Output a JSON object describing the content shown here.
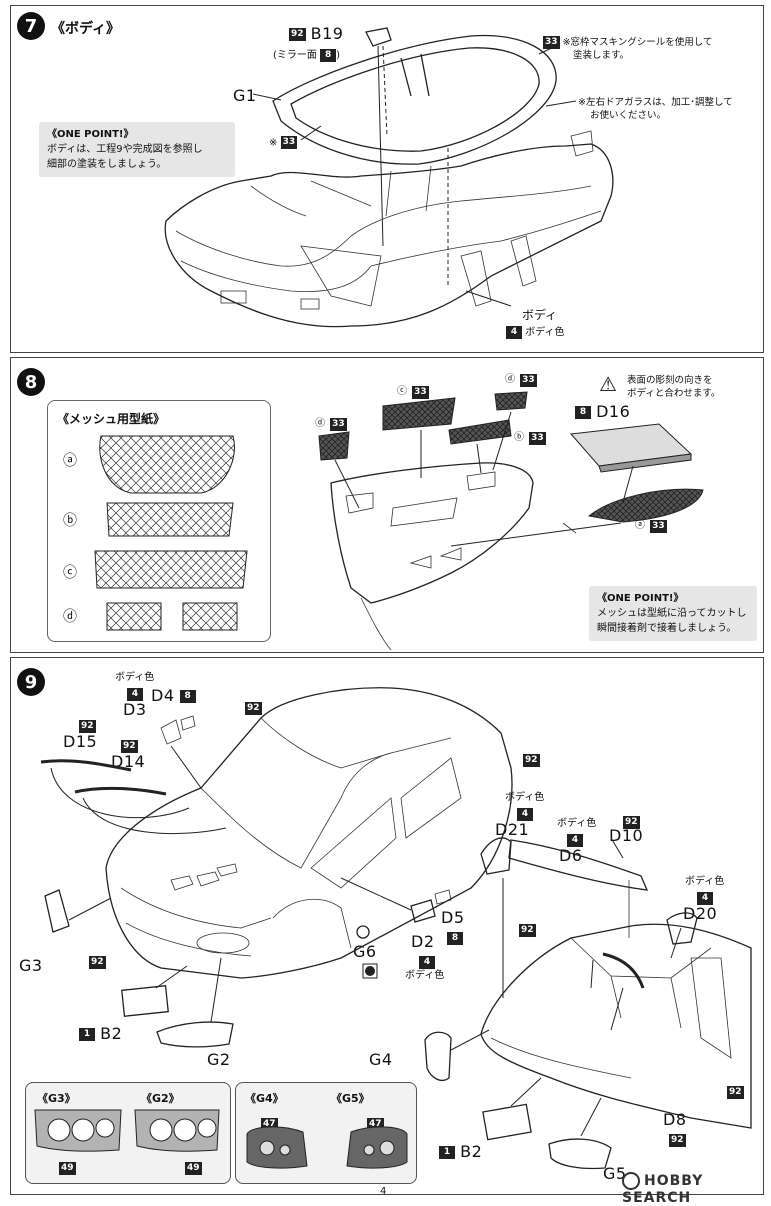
{
  "page_number": "4",
  "watermark": "HOBBY SEARCH",
  "step7": {
    "number": "7",
    "title": "《ボディ》",
    "b19_num": "92",
    "b19_label": "B19",
    "b19_sub_prefix": "(ミラー面",
    "b19_sub_num": "8",
    "b19_sub_suffix": ")",
    "g1_label": "G1",
    "mask_num": "33",
    "mask_note_line1": "※窓枠マスキングシールを使用して",
    "mask_note_line2": "塗装します。",
    "door_note_line1": "※左右ドアガラスは、加工･調整して",
    "door_note_line2": "お使いください。",
    "asterisk": "※",
    "asterisk_num": "33",
    "onepoint_title": "《ONE POINT!》",
    "onepoint_line1": "ボディは、工程9や完成図を参照し",
    "onepoint_line2": "細部の塗装をしましょう。",
    "body_label": "ボディ",
    "body_color_num": "4",
    "body_color_label": "ボディ色"
  },
  "step8": {
    "number": "8",
    "template_title": "《メッシュ用型紙》",
    "template_labels": [
      "ⓐ",
      "ⓑ",
      "ⓒ",
      "ⓓ"
    ],
    "c_label": "ⓒ",
    "c_num": "33",
    "d_label": "ⓓ",
    "d_num": "33",
    "d_left_label": "ⓓ",
    "d_left_num": "33",
    "b_label": "ⓑ",
    "b_num": "33",
    "a_label": "ⓐ",
    "a_num": "33",
    "warn_icon": "⚠",
    "warn_line1": "表面の彫刻の向きを",
    "warn_line2": "ボディと合わせます。",
    "d16_num": "8",
    "d16_label": "D16",
    "onepoint_title": "《ONE POINT!》",
    "onepoint_line1": "メッシュは型紙に沿ってカットし",
    "onepoint_line2": "瞬間接着剤で接着しましょう。"
  },
  "step9": {
    "number": "9",
    "d4_color": "ボディ色",
    "d4_color_num": "4",
    "d4_label": "D4",
    "d4_num": "8",
    "d3_label": "D3",
    "d15_num": "92",
    "d15_label": "D15",
    "d14_num": "92",
    "d14_label": "D14",
    "roof_num": "92",
    "right_num": "92",
    "g3_label": "G3",
    "front_num": "92",
    "b2_num": "1",
    "b2_label": "B2",
    "g2_label": "G2",
    "g6_label": "G6",
    "d5_label": "D5",
    "d5_num": "8",
    "d2_label": "D2",
    "d2_num": "4",
    "d2_color": "ボディ色",
    "d21_color": "ボディ色",
    "d21_color_num": "4",
    "d21_label": "D21",
    "d6_color": "ボディ色",
    "d6_color_num": "4",
    "d6_label": "D6",
    "d10_num": "92",
    "d10_label": "D10",
    "d20_color": "ボディ色",
    "d20_color_num": "4",
    "d20_label": "D20",
    "rear_roof_num": "92",
    "rear_side_num": "92",
    "g4_label": "G4",
    "d8_label": "D8",
    "d8_num": "92",
    "b2r_num": "1",
    "b2r_label": "B2",
    "g5_label": "G5",
    "ref_left": {
      "g3_title": "《G3》",
      "g2_title": "《G2》",
      "g3_num": "49",
      "g2_num": "49"
    },
    "ref_right": {
      "g4_title": "《G4》",
      "g5_title": "《G5》",
      "g4_num": "47",
      "g5_num": "47"
    }
  }
}
